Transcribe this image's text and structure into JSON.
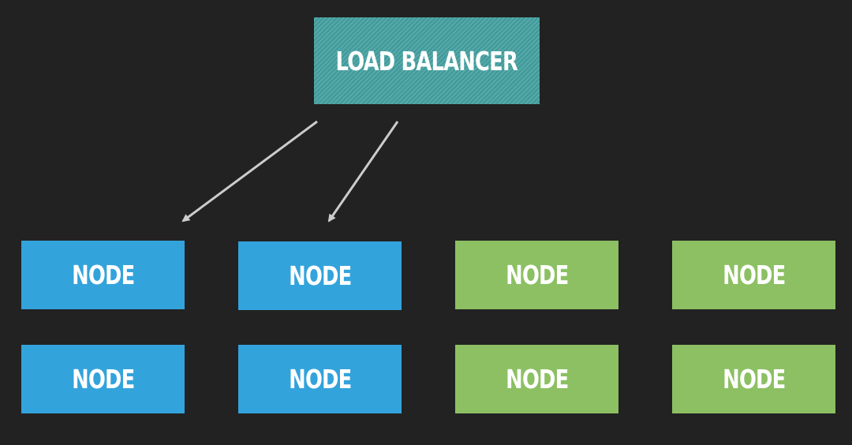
{
  "load_balancer": {
    "label": "LOAD BALANCER",
    "color": "#3e9a9a"
  },
  "nodes": [
    {
      "label": "NODE",
      "color": "#33a3dc"
    },
    {
      "label": "NODE",
      "color": "#33a3dc"
    },
    {
      "label": "NODE",
      "color": "#8cc063"
    },
    {
      "label": "NODE",
      "color": "#8cc063"
    },
    {
      "label": "NODE",
      "color": "#33a3dc"
    },
    {
      "label": "NODE",
      "color": "#33a3dc"
    },
    {
      "label": "NODE",
      "color": "#8cc063"
    },
    {
      "label": "NODE",
      "color": "#8cc063"
    }
  ],
  "edges": [
    {
      "from": "load_balancer",
      "to": "nodes.0"
    },
    {
      "from": "load_balancer",
      "to": "nodes.1"
    }
  ],
  "colors": {
    "background": "#222222",
    "arrow": "#cccccc",
    "text": "#ffffff"
  }
}
